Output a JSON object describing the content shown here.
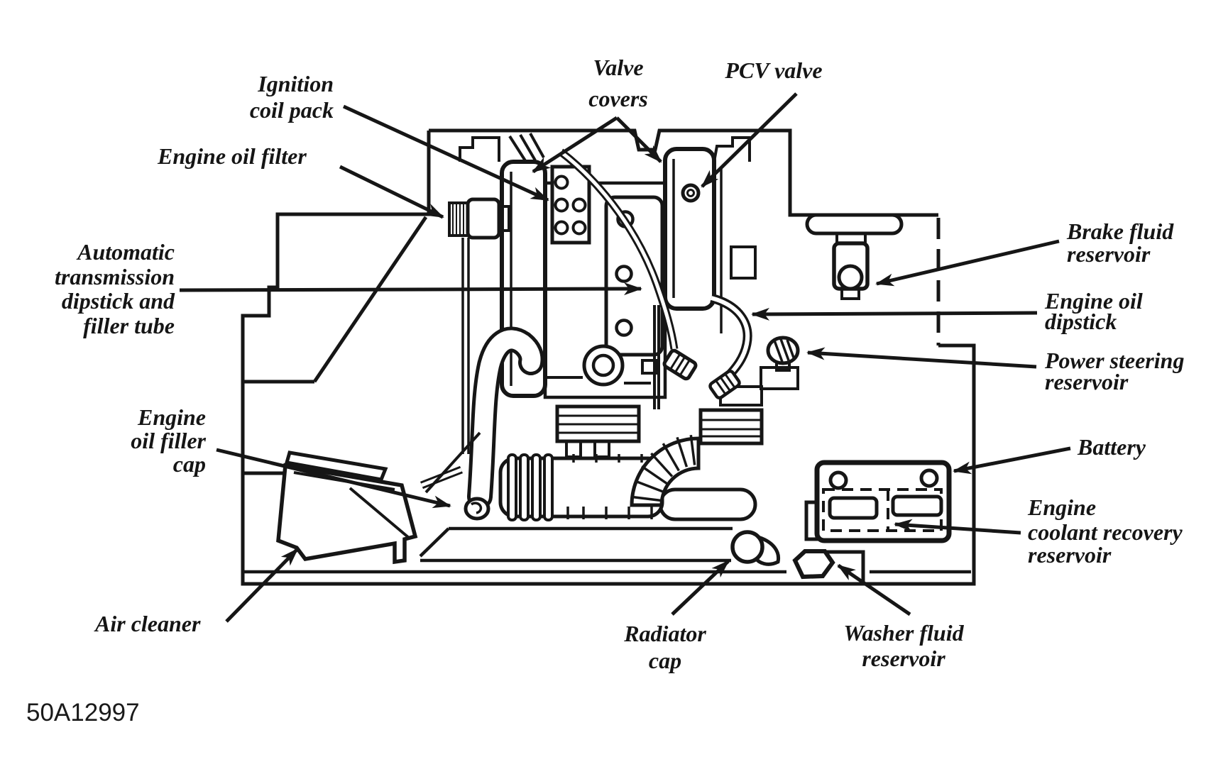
{
  "figure": {
    "number": "50A12997",
    "ink_color": "#161616",
    "background_color": "#ffffff"
  },
  "labels": {
    "ignition_1": "Ignition",
    "ignition_2": "coil pack",
    "oil_filter": "Engine oil filter",
    "valve_1": "Valve",
    "valve_2": "covers",
    "pcv": "PCV valve",
    "brake_1": "Brake fluid",
    "brake_2": "reservoir",
    "oil_dipstick_1": "Engine oil",
    "oil_dipstick_2": "dipstick",
    "power_steering_1": "Power steering",
    "power_steering_2": "reservoir",
    "battery": "Battery",
    "coolant_1": "Engine",
    "coolant_2": "coolant recovery",
    "coolant_3": "reservoir",
    "atf_1": "Automatic",
    "atf_2": "transmission",
    "atf_3": "dipstick and",
    "atf_4": "filler tube",
    "filler_1": "Engine",
    "filler_2": "oil filler",
    "filler_3": "cap",
    "air_cleaner": "Air cleaner",
    "radiator_1": "Radiator",
    "radiator_2": "cap",
    "washer_1": "Washer fluid",
    "washer_2": "reservoir",
    "fig_number": "50A12997"
  }
}
